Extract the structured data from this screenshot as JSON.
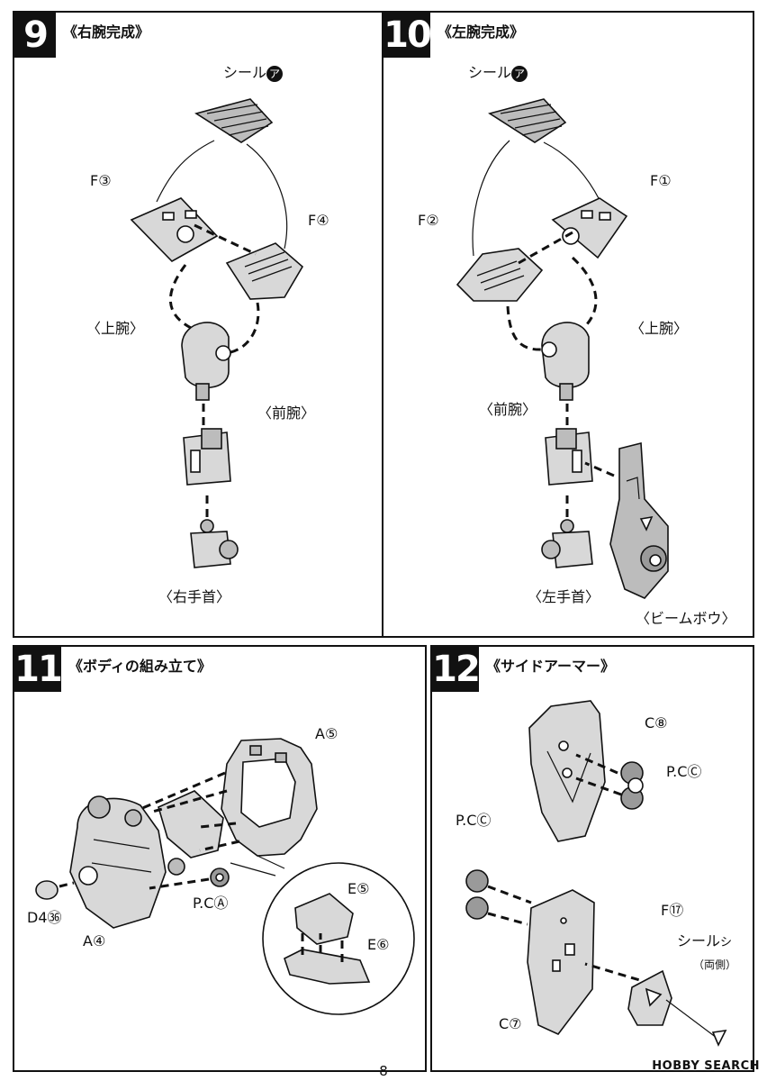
{
  "steps": [
    {
      "number": "9",
      "title": "《右腕完成》",
      "labels": {
        "seal": "シール",
        "seal_mark": "ア",
        "f3": "F③",
        "f4": "F④",
        "upper_arm": "〈上腕〉",
        "forearm": "〈前腕〉",
        "hand": "〈右手首〉"
      }
    },
    {
      "number": "10",
      "title": "《左腕完成》",
      "labels": {
        "seal": "シール",
        "seal_mark": "ア",
        "f1": "F①",
        "f2": "F②",
        "upper_arm": "〈上腕〉",
        "forearm": "〈前腕〉",
        "hand": "〈左手首〉",
        "beam_bow": "〈ビームボウ〉"
      }
    },
    {
      "number": "11",
      "title": "《ボディの組み立て》",
      "labels": {
        "a5": "A⑤",
        "e5": "E⑤",
        "e6": "E⑥",
        "pc": "P.CⒶ",
        "d4": "D4㊱",
        "a4": "A④"
      }
    },
    {
      "number": "12",
      "title": "《サイドアーマー》",
      "labels": {
        "c8": "C⑧",
        "pc_right": "P.CⒸ",
        "pc_left": "P.CⒸ",
        "f17": "F⑰",
        "seal": "シール",
        "seal_mark": "シ",
        "both_sides": "（両側）",
        "c7": "C⑦"
      }
    }
  ],
  "page_number": "8",
  "watermark": "HOBBY SEARCH"
}
